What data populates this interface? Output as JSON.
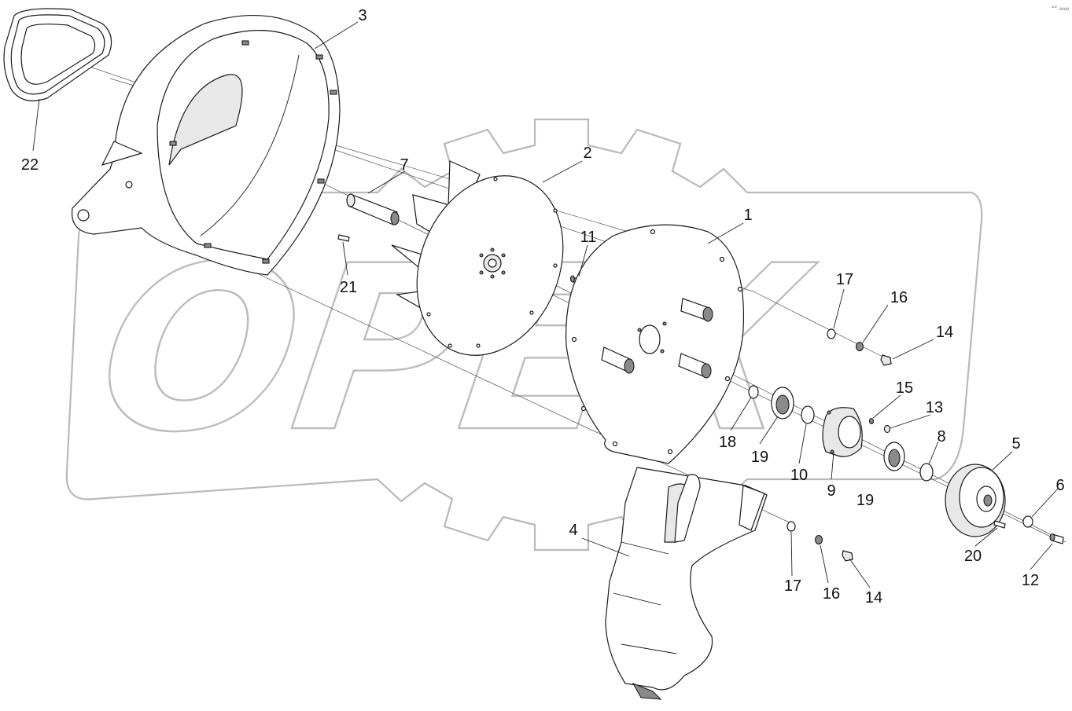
{
  "diagram": {
    "watermark": "OPEX",
    "corner_mark": "°° ∞∞",
    "callouts": [
      {
        "id": "c1",
        "label": "1"
      },
      {
        "id": "c2",
        "label": "2"
      },
      {
        "id": "c3",
        "label": "3"
      },
      {
        "id": "c4",
        "label": "4"
      },
      {
        "id": "c5",
        "label": "5"
      },
      {
        "id": "c6",
        "label": "6"
      },
      {
        "id": "c7",
        "label": "7"
      },
      {
        "id": "c8",
        "label": "8"
      },
      {
        "id": "c9",
        "label": "9"
      },
      {
        "id": "c10",
        "label": "10"
      },
      {
        "id": "c11",
        "label": "11"
      },
      {
        "id": "c12",
        "label": "12"
      },
      {
        "id": "c13",
        "label": "13"
      },
      {
        "id": "c14a",
        "label": "14"
      },
      {
        "id": "c14b",
        "label": "14"
      },
      {
        "id": "c15",
        "label": "15"
      },
      {
        "id": "c16a",
        "label": "16"
      },
      {
        "id": "c16b",
        "label": "16"
      },
      {
        "id": "c17a",
        "label": "17"
      },
      {
        "id": "c17b",
        "label": "17"
      },
      {
        "id": "c18",
        "label": "18"
      },
      {
        "id": "c19a",
        "label": "19"
      },
      {
        "id": "c19b",
        "label": "19"
      },
      {
        "id": "c20",
        "label": "20"
      },
      {
        "id": "c21",
        "label": "21"
      },
      {
        "id": "c22",
        "label": "22"
      }
    ]
  }
}
